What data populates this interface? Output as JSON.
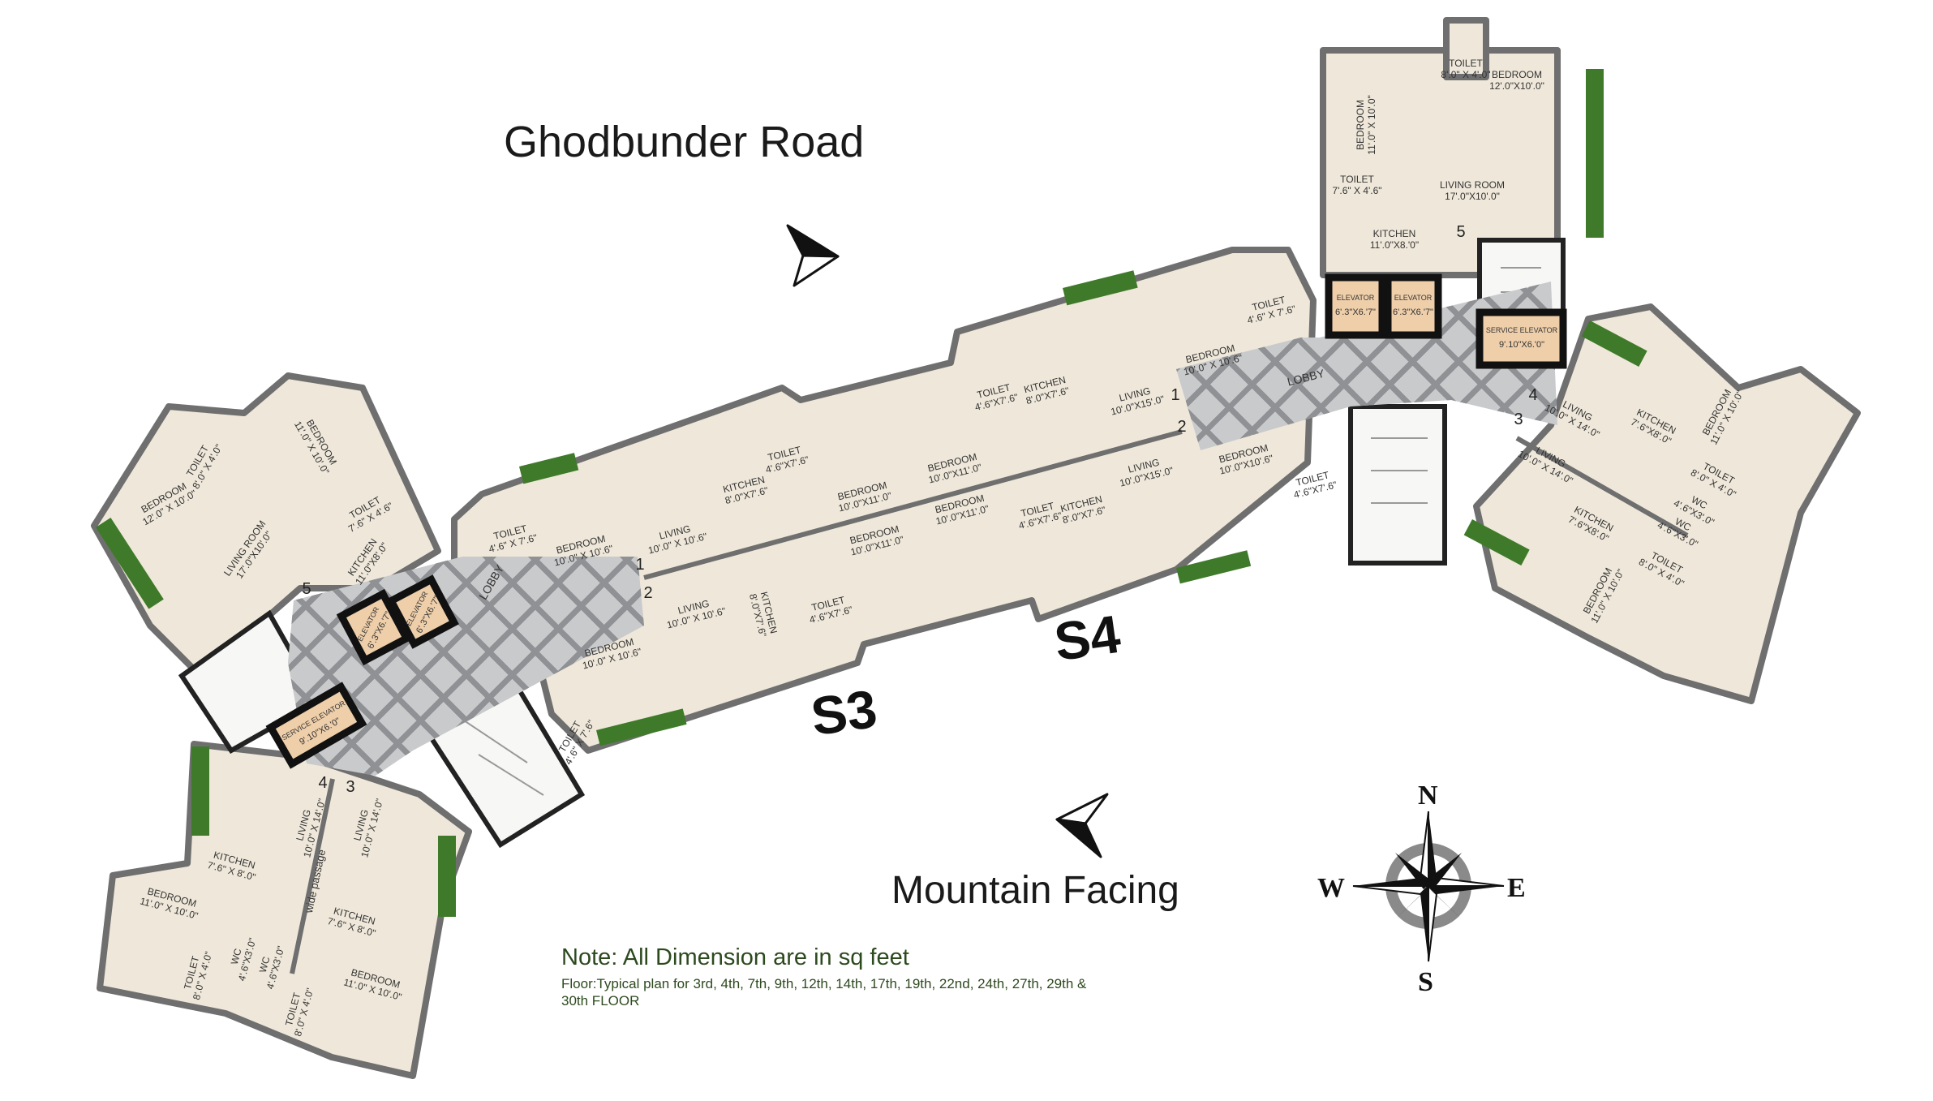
{
  "headings": {
    "top_road": "Ghodbunder Road",
    "bottom_view": "Mountain Facing"
  },
  "wings": {
    "s3": "S3",
    "s4": "S4"
  },
  "notes": {
    "dimension_note": "Note: All Dimension are in sq feet",
    "floor_line1": "Floor:Typical plan for 3rd, 4th, 7th, 9th, 12th, 14th, 17th, 19th, 22nd, 24th, 27th, 29th &",
    "floor_line2": "30th FLOOR"
  },
  "compass": {
    "n": "N",
    "s": "S",
    "e": "E",
    "w": "W"
  },
  "lobby_label": "LOBBY",
  "passage_label": "wide passage",
  "elevator": {
    "label": "ELEVATOR",
    "dim": "6'.3\"X6.'7\""
  },
  "service_elevator": {
    "label": "SERVICE ELEVATOR",
    "dim": "9'.10\"X6.'0\""
  },
  "unit_numbers": [
    "5",
    "5",
    "1",
    "2",
    "1",
    "2",
    "4",
    "3",
    "4",
    "3"
  ],
  "colors": {
    "floor": "#efe8da",
    "wall": "#6f6f6f",
    "flower_bed": "#3f7a2a",
    "elevator": "#efcfaa",
    "lobby": "#c9cacc",
    "note_text": "#2d4a1e"
  },
  "rooms": [
    {
      "name": "TOILET",
      "dim": "8'.0\" X 4'.0\""
    },
    {
      "name": "BEDROOM",
      "dim": "12'.0\"X10'.0\""
    },
    {
      "name": "BEDROOM",
      "dim": "11'.0\" X 10'.0\""
    },
    {
      "name": "TOILET",
      "dim": "7'.6\" X 4'.6\""
    },
    {
      "name": "LIVING ROOM",
      "dim": "17'.0\"X10'.0\""
    },
    {
      "name": "KITCHEN",
      "dim": "11'.0\"X8.'0\""
    },
    {
      "name": "TOILET",
      "dim": "4'.6\" X 7'.6\""
    },
    {
      "name": "BEDROOM",
      "dim": "10'.0\" X 10'.6\""
    },
    {
      "name": "LIVING",
      "dim": "10'.0\" X 10'.6\""
    },
    {
      "name": "KITCHEN",
      "dim": "8'.0\"X7'.6\""
    },
    {
      "name": "TOILET",
      "dim": "4'.6\"X7'.6\""
    },
    {
      "name": "BEDROOM",
      "dim": "10'.0\"X11'.0\""
    },
    {
      "name": "BEDROOM",
      "dim": "10'.0\"X11'.0\""
    },
    {
      "name": "TOILET",
      "dim": "4'.6\"X7'.6\""
    },
    {
      "name": "KITCHEN",
      "dim": "8'.0\"X7'.6\""
    },
    {
      "name": "LIVING",
      "dim": "10'.0\"X15'.0\""
    },
    {
      "name": "BEDROOM",
      "dim": "10'.0\" X 10'.6\""
    },
    {
      "name": "TOILET",
      "dim": "4'.6\" X 7'.6\""
    },
    {
      "name": "BEDROOM",
      "dim": "10'.0\" X 10'.6\""
    },
    {
      "name": "LIVING",
      "dim": "10'.0\" X 10'.6\""
    },
    {
      "name": "KITCHEN",
      "dim": "8'.0\"X7'.6\""
    },
    {
      "name": "TOILET",
      "dim": "4'.6\"X7'.6\""
    },
    {
      "name": "BEDROOM",
      "dim": "10'.0\"X11'.0\""
    },
    {
      "name": "BEDROOM",
      "dim": "10'.0\"X11'.0\""
    },
    {
      "name": "TOILET",
      "dim": "4'.6\"X7'.6\""
    },
    {
      "name": "KITCHEN",
      "dim": "8'.0\"X7'.6\""
    },
    {
      "name": "LIVING",
      "dim": "10'.0\"X15'.0\""
    },
    {
      "name": "BEDROOM",
      "dim": "10'.0\"X10'.6\""
    },
    {
      "name": "TOILET",
      "dim": "4'.6\"X7'.6\""
    },
    {
      "name": "TOILET",
      "dim": "4'.6\" X 7'.6\""
    },
    {
      "name": "BEDROOM",
      "dim": "12'.0\" X 10'.0\""
    },
    {
      "name": "TOILET",
      "dim": "8'.0\" X 4'.0\""
    },
    {
      "name": "BEDROOM",
      "dim": "11'.0\" X 10'.0\""
    },
    {
      "name": "TOILET",
      "dim": "7'.6\" X 4'.6\""
    },
    {
      "name": "LIVING ROOM",
      "dim": "17'.0\"X10'.0\""
    },
    {
      "name": "KITCHEN",
      "dim": "11'.0\"X8'.0\""
    },
    {
      "name": "LIVING",
      "dim": "10'.0\" X 14'.0\""
    },
    {
      "name": "LIVING",
      "dim": "10'.0\" X 14'.0\""
    },
    {
      "name": "KITCHEN",
      "dim": "7'.6\" X 8'.0\""
    },
    {
      "name": "KITCHEN",
      "dim": "7'.6\" X 8'.0\""
    },
    {
      "name": "BEDROOM",
      "dim": "11'.0\" X 10'.0\""
    },
    {
      "name": "BEDROOM",
      "dim": "11'.0\" X 10'.0\""
    },
    {
      "name": "TOILET",
      "dim": "8'.0\" X 4'.0\""
    },
    {
      "name": "WC",
      "dim": "4'.6\"X3'.0\""
    },
    {
      "name": "WC",
      "dim": "4'.6\"X3'.0\""
    },
    {
      "name": "TOILET",
      "dim": "8'.0\" X 4'.0\""
    },
    {
      "name": "LIVING",
      "dim": "10'.0\" X 14'.0\""
    },
    {
      "name": "LIVING",
      "dim": "10'.0\" X 14'.0\""
    },
    {
      "name": "KITCHEN",
      "dim": "7'.6\"X8'.0\""
    },
    {
      "name": "KITCHEN",
      "dim": "7'.6\"X8'.0\""
    },
    {
      "name": "BEDROOM",
      "dim": "11'.0\" X 10'.0\""
    },
    {
      "name": "BEDROOM",
      "dim": "11'.0\" X 10'.0\""
    },
    {
      "name": "TOILET",
      "dim": "8'.0\" X 4'.0\""
    },
    {
      "name": "WC",
      "dim": "4'.6\"X3'.0\""
    },
    {
      "name": "WC",
      "dim": "4'.6\"X3'.0\""
    },
    {
      "name": "TOILET",
      "dim": "8'.0\" X 4'.0\""
    }
  ]
}
